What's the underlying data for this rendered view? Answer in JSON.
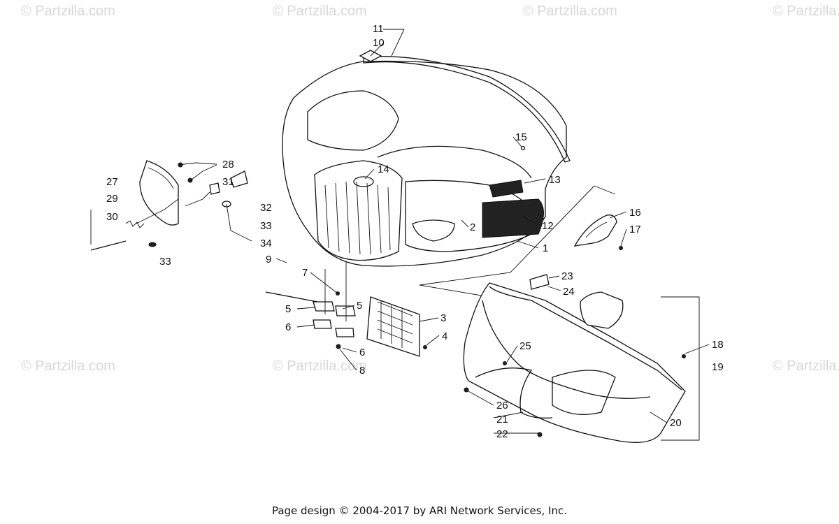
{
  "watermark": {
    "text": "© Partzilla.com"
  },
  "footer": {
    "text": "Page design © 2004-2017 by ARI Network Services, Inc."
  },
  "callouts": [
    "1",
    "2",
    "3",
    "4",
    "5",
    "5",
    "6",
    "6",
    "7",
    "8",
    "9",
    "10",
    "11",
    "12",
    "13",
    "14",
    "15",
    "16",
    "17",
    "18",
    "19",
    "20",
    "21",
    "22",
    "23",
    "24",
    "25",
    "26",
    "27",
    "28",
    "29",
    "30",
    "31",
    "32",
    "33",
    "33",
    "34"
  ]
}
